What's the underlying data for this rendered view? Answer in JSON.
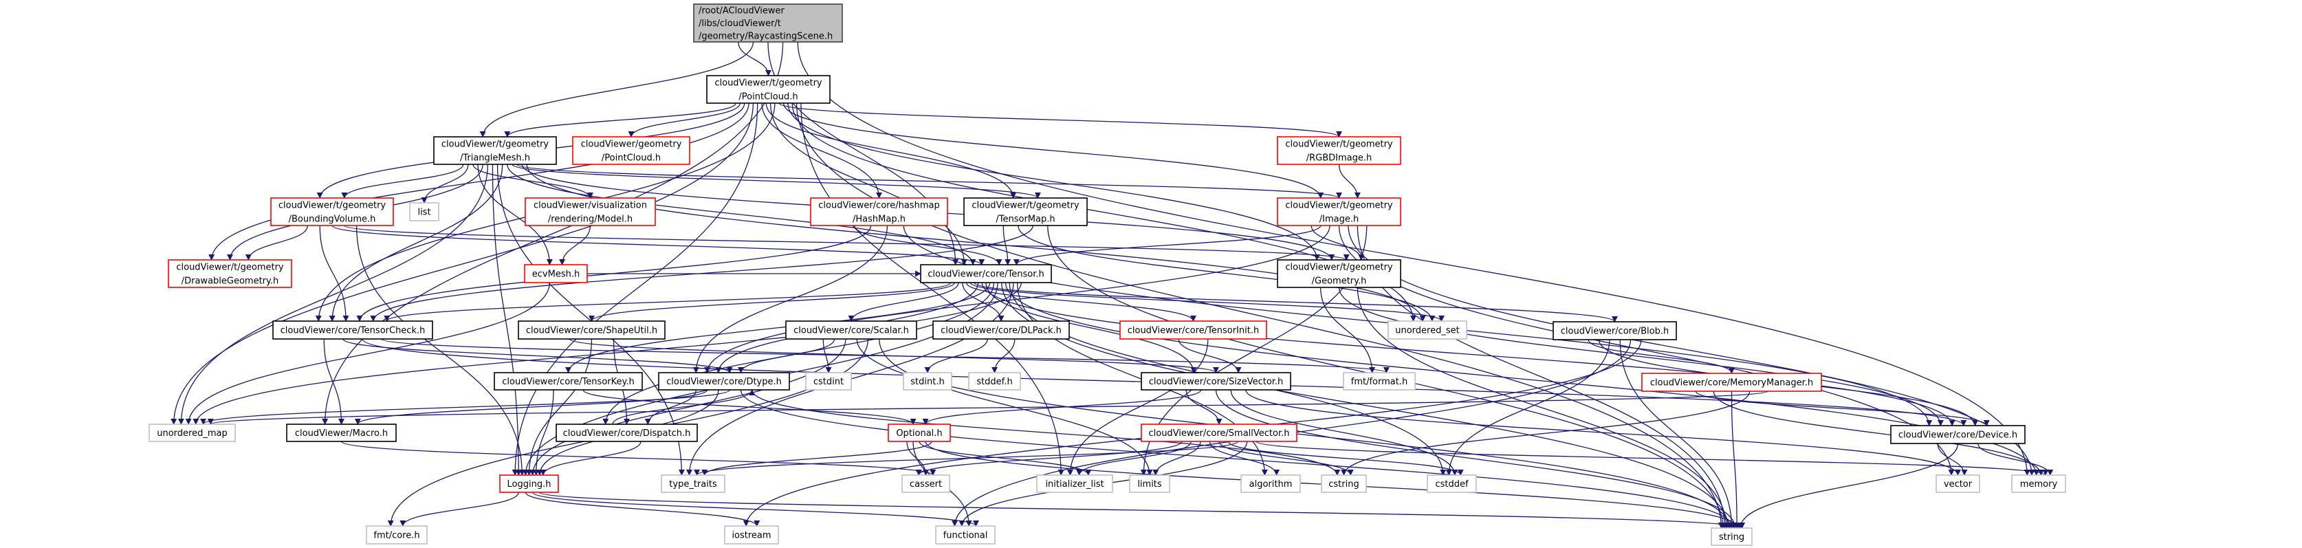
{
  "colors": {
    "edge": "#191970",
    "root_fill": "#bfbfbf",
    "root_border": "#404040",
    "documented_border": "#000000",
    "truncated_border": "#ff0000",
    "system_border": "#bfbfbf"
  },
  "nodes": [
    {
      "id": "root",
      "kind": "root",
      "lines": [
        "/root/ACloudViewer",
        "/libs/cloudViewer/t",
        "/geometry/RaycastingScene.h"
      ]
    },
    {
      "id": "tpointcloud",
      "kind": "doc",
      "lines": [
        "cloudViewer/t/geometry",
        "/PointCloud.h"
      ]
    },
    {
      "id": "trianglemesh",
      "kind": "doc",
      "lines": [
        "cloudViewer/t/geometry",
        "/TriangleMesh.h"
      ]
    },
    {
      "id": "gpointcloud",
      "kind": "red",
      "lines": [
        "cloudViewer/geometry",
        "/PointCloud.h"
      ]
    },
    {
      "id": "rgbd",
      "kind": "red",
      "lines": [
        "cloudViewer/t/geometry",
        "/RGBDImage.h"
      ]
    },
    {
      "id": "bounding",
      "kind": "red",
      "lines": [
        "cloudViewer/t/geometry",
        "/BoundingVolume.h"
      ]
    },
    {
      "id": "list",
      "kind": "sys",
      "lines": [
        "list"
      ]
    },
    {
      "id": "model",
      "kind": "red",
      "lines": [
        "cloudViewer/visualization",
        "/rendering/Model.h"
      ]
    },
    {
      "id": "hashmap",
      "kind": "red",
      "lines": [
        "cloudViewer/core/hashmap",
        "/HashMap.h"
      ]
    },
    {
      "id": "tensormap",
      "kind": "doc",
      "lines": [
        "cloudViewer/t/geometry",
        "/TensorMap.h"
      ]
    },
    {
      "id": "image",
      "kind": "red",
      "lines": [
        "cloudViewer/t/geometry",
        "/Image.h"
      ]
    },
    {
      "id": "drawable",
      "kind": "red",
      "lines": [
        "cloudViewer/t/geometry",
        "/DrawableGeometry.h"
      ]
    },
    {
      "id": "ecvmesh",
      "kind": "red",
      "lines": [
        "ecvMesh.h"
      ]
    },
    {
      "id": "tensor",
      "kind": "doc",
      "lines": [
        "cloudViewer/core/Tensor.h"
      ]
    },
    {
      "id": "geometry",
      "kind": "doc",
      "lines": [
        "cloudViewer/t/geometry",
        "/Geometry.h"
      ]
    },
    {
      "id": "tensorcheck",
      "kind": "doc",
      "lines": [
        "cloudViewer/core/TensorCheck.h"
      ]
    },
    {
      "id": "shapeutil",
      "kind": "doc",
      "lines": [
        "cloudViewer/core/ShapeUtil.h"
      ]
    },
    {
      "id": "scalar",
      "kind": "doc",
      "lines": [
        "cloudViewer/core/Scalar.h"
      ]
    },
    {
      "id": "dlpack",
      "kind": "doc",
      "lines": [
        "cloudViewer/core/DLPack.h"
      ]
    },
    {
      "id": "tensorinit",
      "kind": "red",
      "lines": [
        "cloudViewer/core/TensorInit.h"
      ]
    },
    {
      "id": "unordered_set",
      "kind": "sys",
      "lines": [
        "unordered_set"
      ]
    },
    {
      "id": "blob",
      "kind": "doc",
      "lines": [
        "cloudViewer/core/Blob.h"
      ]
    },
    {
      "id": "tensorkey",
      "kind": "doc",
      "lines": [
        "cloudViewer/core/TensorKey.h"
      ]
    },
    {
      "id": "dtype",
      "kind": "doc",
      "lines": [
        "cloudViewer/core/Dtype.h"
      ]
    },
    {
      "id": "cstdint",
      "kind": "sys",
      "lines": [
        "cstdint"
      ]
    },
    {
      "id": "stdint",
      "kind": "sys",
      "lines": [
        "stdint.h"
      ]
    },
    {
      "id": "stddef",
      "kind": "sys",
      "lines": [
        "stddef.h"
      ]
    },
    {
      "id": "sizevector",
      "kind": "doc",
      "lines": [
        "cloudViewer/core/SizeVector.h"
      ]
    },
    {
      "id": "fmtformat",
      "kind": "sys",
      "lines": [
        "fmt/format.h"
      ]
    },
    {
      "id": "memorymanager",
      "kind": "red",
      "lines": [
        "cloudViewer/core/MemoryManager.h"
      ]
    },
    {
      "id": "unordered_map",
      "kind": "sys",
      "lines": [
        "unordered_map"
      ]
    },
    {
      "id": "macro",
      "kind": "doc",
      "lines": [
        "cloudViewer/Macro.h"
      ]
    },
    {
      "id": "dispatch",
      "kind": "doc",
      "lines": [
        "cloudViewer/core/Dispatch.h"
      ]
    },
    {
      "id": "optional",
      "kind": "red",
      "lines": [
        "Optional.h"
      ]
    },
    {
      "id": "smallvector",
      "kind": "red",
      "lines": [
        "cloudViewer/core/SmallVector.h"
      ]
    },
    {
      "id": "device",
      "kind": "doc",
      "lines": [
        "cloudViewer/core/Device.h"
      ]
    },
    {
      "id": "logging",
      "kind": "red",
      "lines": [
        "Logging.h"
      ]
    },
    {
      "id": "type_traits",
      "kind": "sys",
      "lines": [
        "type_traits"
      ]
    },
    {
      "id": "cassert",
      "kind": "sys",
      "lines": [
        "cassert"
      ]
    },
    {
      "id": "initializer_list",
      "kind": "sys",
      "lines": [
        "initializer_list"
      ]
    },
    {
      "id": "limits",
      "kind": "sys",
      "lines": [
        "limits"
      ]
    },
    {
      "id": "algorithm",
      "kind": "sys",
      "lines": [
        "algorithm"
      ]
    },
    {
      "id": "cstring",
      "kind": "sys",
      "lines": [
        "cstring"
      ]
    },
    {
      "id": "cstddef",
      "kind": "sys",
      "lines": [
        "cstddef"
      ]
    },
    {
      "id": "vector",
      "kind": "sys",
      "lines": [
        "vector"
      ]
    },
    {
      "id": "memory",
      "kind": "sys",
      "lines": [
        "memory"
      ]
    },
    {
      "id": "fmtcore",
      "kind": "sys",
      "lines": [
        "fmt/core.h"
      ]
    },
    {
      "id": "iostream",
      "kind": "sys",
      "lines": [
        "iostream"
      ]
    },
    {
      "id": "functional",
      "kind": "sys",
      "lines": [
        "functional"
      ]
    },
    {
      "id": "string",
      "kind": "sys",
      "lines": [
        "string"
      ]
    }
  ],
  "edges": [
    [
      "root",
      "tpointcloud"
    ],
    [
      "root",
      "trianglemesh"
    ],
    [
      "root",
      "tensor"
    ],
    [
      "root",
      "macro"
    ],
    [
      "root",
      "memory"
    ],
    [
      "tpointcloud",
      "trianglemesh"
    ],
    [
      "tpointcloud",
      "gpointcloud"
    ],
    [
      "tpointcloud",
      "bounding"
    ],
    [
      "tpointcloud",
      "drawable"
    ],
    [
      "tpointcloud",
      "unordered_map"
    ],
    [
      "tpointcloud",
      "logging"
    ],
    [
      "tpointcloud",
      "hashmap"
    ],
    [
      "tpointcloud",
      "tensormap"
    ],
    [
      "tpointcloud",
      "tensor"
    ],
    [
      "tpointcloud",
      "tensorcheck"
    ],
    [
      "tpointcloud",
      "rgbd"
    ],
    [
      "tpointcloud",
      "image"
    ],
    [
      "tpointcloud",
      "geometry"
    ],
    [
      "tpointcloud",
      "unordered_set"
    ],
    [
      "tpointcloud",
      "string"
    ],
    [
      "tpointcloud",
      "initializer_list"
    ],
    [
      "trianglemesh",
      "bounding"
    ],
    [
      "trianglemesh",
      "list"
    ],
    [
      "trianglemesh",
      "model"
    ],
    [
      "trianglemesh",
      "ecvmesh"
    ],
    [
      "trianglemesh",
      "drawable"
    ],
    [
      "trianglemesh",
      "unordered_map"
    ],
    [
      "trianglemesh",
      "logging"
    ],
    [
      "trianglemesh",
      "type_traits"
    ],
    [
      "trianglemesh",
      "tensorcheck"
    ],
    [
      "trianglemesh",
      "tensor"
    ],
    [
      "trianglemesh",
      "tensormap"
    ],
    [
      "trianglemesh",
      "image"
    ],
    [
      "trianglemesh",
      "geometry"
    ],
    [
      "trianglemesh",
      "unordered_set"
    ],
    [
      "bounding",
      "drawable"
    ],
    [
      "bounding",
      "tensorcheck"
    ],
    [
      "bounding",
      "tensor"
    ],
    [
      "bounding",
      "geometry"
    ],
    [
      "bounding",
      "logging"
    ],
    [
      "model",
      "ecvmesh"
    ],
    [
      "ecvmesh",
      "unordered_map"
    ],
    [
      "ecvmesh",
      "tensor"
    ],
    [
      "hashmap",
      "tensor"
    ],
    [
      "hashmap",
      "tensorcheck"
    ],
    [
      "hashmap",
      "dtype"
    ],
    [
      "hashmap",
      "device"
    ],
    [
      "tensormap",
      "tensor"
    ],
    [
      "tensormap",
      "unordered_set"
    ],
    [
      "tensormap",
      "tensorcheck"
    ],
    [
      "tensormap",
      "string"
    ],
    [
      "rgbd",
      "image"
    ],
    [
      "image",
      "geometry"
    ],
    [
      "image",
      "tensor"
    ],
    [
      "image",
      "dtype"
    ],
    [
      "image",
      "vector"
    ],
    [
      "image",
      "memory"
    ],
    [
      "image",
      "string"
    ],
    [
      "image",
      "limits"
    ],
    [
      "geometry",
      "fmtformat"
    ],
    [
      "geometry",
      "device"
    ],
    [
      "geometry",
      "string"
    ],
    [
      "tensor",
      "tensorcheck"
    ],
    [
      "tensor",
      "shapeutil"
    ],
    [
      "tensor",
      "scalar"
    ],
    [
      "tensor",
      "dlpack"
    ],
    [
      "tensor",
      "tensorinit"
    ],
    [
      "tensor",
      "unordered_set"
    ],
    [
      "tensor",
      "blob"
    ],
    [
      "tensor",
      "dtype"
    ],
    [
      "tensor",
      "device"
    ],
    [
      "tensor",
      "sizevector"
    ],
    [
      "tensor",
      "tensorkey"
    ],
    [
      "tensor",
      "dispatch"
    ],
    [
      "tensor",
      "logging"
    ],
    [
      "tensor",
      "string"
    ],
    [
      "tensor",
      "memory"
    ],
    [
      "tensor",
      "cstddef"
    ],
    [
      "tensor",
      "type_traits"
    ],
    [
      "tensor",
      "algorithm"
    ],
    [
      "tensor",
      "unordered_map"
    ],
    [
      "tensorcheck",
      "macro"
    ],
    [
      "tensorcheck",
      "dtype"
    ],
    [
      "tensorcheck",
      "device"
    ],
    [
      "tensorcheck",
      "fmtformat"
    ],
    [
      "shapeutil",
      "sizevector"
    ],
    [
      "shapeutil",
      "logging"
    ],
    [
      "shapeutil",
      "dispatch"
    ],
    [
      "scalar",
      "cstdint"
    ],
    [
      "scalar",
      "dtype"
    ],
    [
      "scalar",
      "logging"
    ],
    [
      "scalar",
      "string"
    ],
    [
      "scalar",
      "fmtcore"
    ],
    [
      "scalar",
      "limits"
    ],
    [
      "dlpack",
      "stdint"
    ],
    [
      "dlpack",
      "stddef"
    ],
    [
      "tensorinit",
      "sizevector"
    ],
    [
      "tensorinit",
      "initializer_list"
    ],
    [
      "blob",
      "memorymanager"
    ],
    [
      "blob",
      "device"
    ],
    [
      "blob",
      "cstddef"
    ],
    [
      "blob",
      "string"
    ],
    [
      "blob",
      "functional"
    ],
    [
      "blob",
      "iostream"
    ],
    [
      "tensorkey",
      "logging"
    ],
    [
      "tensorkey",
      "optional"
    ],
    [
      "dtype",
      "dispatch"
    ],
    [
      "dtype",
      "macro"
    ],
    [
      "dtype",
      "logging"
    ],
    [
      "dtype",
      "unordered_map"
    ],
    [
      "dtype",
      "string"
    ],
    [
      "dtype",
      "cstring"
    ],
    [
      "dispatch",
      "dtype"
    ],
    [
      "dispatch",
      "logging"
    ],
    [
      "sizevector",
      "smallvector"
    ],
    [
      "sizevector",
      "optional"
    ],
    [
      "sizevector",
      "string"
    ],
    [
      "sizevector",
      "cstddef"
    ],
    [
      "sizevector",
      "vector"
    ],
    [
      "memorymanager",
      "device"
    ],
    [
      "memorymanager",
      "memory"
    ],
    [
      "memorymanager",
      "string"
    ],
    [
      "memorymanager",
      "cstring"
    ],
    [
      "memorymanager",
      "unordered_map"
    ],
    [
      "smallvector",
      "cassert"
    ],
    [
      "smallvector",
      "initializer_list"
    ],
    [
      "smallvector",
      "limits"
    ],
    [
      "smallvector",
      "algorithm"
    ],
    [
      "smallvector",
      "cstring"
    ],
    [
      "smallvector",
      "cstddef"
    ],
    [
      "smallvector",
      "type_traits"
    ],
    [
      "smallvector",
      "functional"
    ],
    [
      "smallvector",
      "memory"
    ],
    [
      "optional",
      "cassert"
    ],
    [
      "optional",
      "functional"
    ],
    [
      "optional",
      "initializer_list"
    ],
    [
      "optional",
      "string"
    ],
    [
      "optional",
      "type_traits"
    ],
    [
      "device",
      "vector"
    ],
    [
      "device",
      "string"
    ],
    [
      "device",
      "memory"
    ],
    [
      "logging",
      "fmtcore"
    ],
    [
      "logging",
      "iostream"
    ],
    [
      "logging",
      "functional"
    ],
    [
      "logging",
      "string"
    ],
    [
      "macro",
      "cassert"
    ]
  ]
}
